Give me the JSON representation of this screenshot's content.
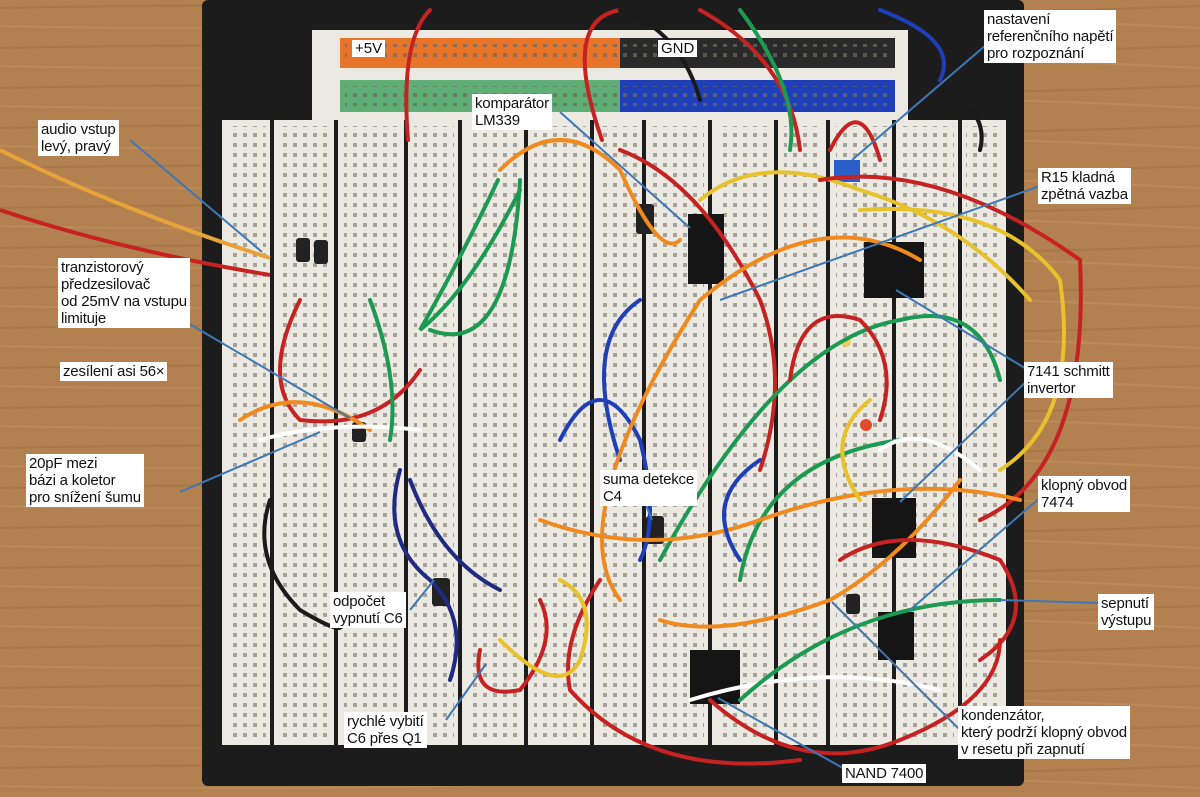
{
  "labels": {
    "plus5v": "+5V",
    "gnd": "GND",
    "audio_input": "audio vstup\nlevý, pravý",
    "preamp": "tranzistorový\npředzesilovač\nod 25mV na vstupu\nlimituje",
    "gain": "zesílení asi 56×",
    "capacitor_20pf": "20pF mezi\nbázi a koletor\npro snížení šumu",
    "comparator": "komparátor\nLM339",
    "reference": "nastavení\nreferenčního napětí\npro rozpoznání",
    "r15": "R15 kladná\nzpětná vazba",
    "schmitt": "7141 schmitt\ninvertor",
    "detection_sum": "suma detekce\nC4",
    "flipflop": "klopný obvod\n7474",
    "countdown": "odpočet\nvypnutí C6",
    "output_switch": "sepnutí\nvýstupu",
    "fast_discharge": "rychlé vybití\nC6 přes Q1",
    "reset_capacitor": "kondenzátor,\nkterý podrží klopný obvod\nv resetu při zapnutí",
    "nand": "NAND 7400"
  },
  "colors": {
    "wood": "#b3814f",
    "board_frame": "#1c1c1c",
    "breadboard": "#ece9e2",
    "rail_red": "#e8742a",
    "rail_blue": "#1f3fb8",
    "rail_green": "#5fae76",
    "annotation_line": "#3d78b5"
  }
}
